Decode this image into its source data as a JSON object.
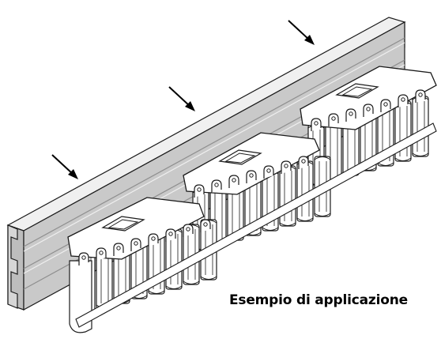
{
  "caption": "Esempio di applicazione",
  "colors": {
    "rail_face": "#c9c9c9",
    "rail_light": "#e6e6e6",
    "rail_dark": "#8e8e8e",
    "outline": "#1a1a1a",
    "housing": "#ffffff"
  },
  "icons": [
    "arrow-icon",
    "din-rail",
    "cable-chain-module"
  ]
}
